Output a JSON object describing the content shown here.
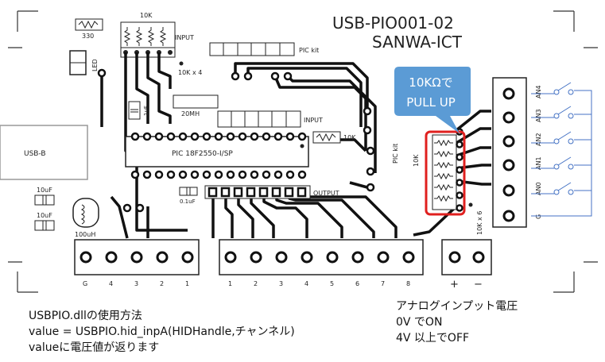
{
  "board": {
    "title_line1": "USB-PIO001-02",
    "title_line2": "SANWA-ICT",
    "resistor_330": "330",
    "led": "LED",
    "resistor_10k_top": "10K",
    "input_top": "INPUT",
    "resistor_10k_x4": "10K x 4",
    "pic_kit_top": "PIC kit",
    "pic_kit_side": "PIC kit",
    "coil_20mh": "20MH",
    "cap_1uf": "1uF",
    "input_mid": "INPUT",
    "resistor_10k_mid": "10K",
    "usb_b": "USB-B",
    "chip_label": "PIC 18F2550-I/SP",
    "resistor_10k_side": "10K",
    "cap_10uf_a": "10uF",
    "cap_10uf_b": "10uF",
    "cap_01uf": "0.1uF",
    "inductor_100uh": "100uH",
    "output": "OUTPUT",
    "resistor_10k_x6": "10K x 6",
    "bottom_pins": [
      "G",
      "4",
      "3",
      "2",
      "1"
    ],
    "output_pins": [
      "1",
      "2",
      "3",
      "4",
      "5",
      "6",
      "7",
      "8"
    ],
    "power_pins": [
      "+",
      "−"
    ],
    "analog_pins": [
      "AN4",
      "AN3",
      "AN2",
      "AN1",
      "AN0",
      "G"
    ]
  },
  "callout": {
    "line1": "10KΩで",
    "line2": "PULL UP",
    "color": "#5b9bd5",
    "highlight_color": "#e0201f"
  },
  "notes_left": {
    "line1": "USBPIO.dllの使用方法",
    "line2": "value = USBPIO.hid_inpA(HIDHandle,チャンネル)",
    "line3": "valueに電圧値が返ります"
  },
  "notes_right": {
    "line1": "アナログインプット電圧",
    "line2": "0V でON",
    "line3": "4V 以上でOFF"
  }
}
